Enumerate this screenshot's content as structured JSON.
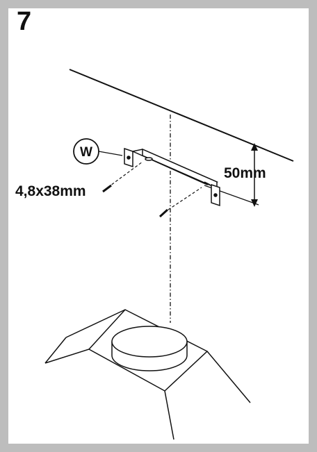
{
  "step": {
    "number": "7"
  },
  "labels": {
    "part_id": "W",
    "screw_size": "4,8x38mm",
    "distance": "50mm"
  },
  "colors": {
    "frame": "#bdbdbd",
    "line": "#111111",
    "background": "#ffffff"
  }
}
